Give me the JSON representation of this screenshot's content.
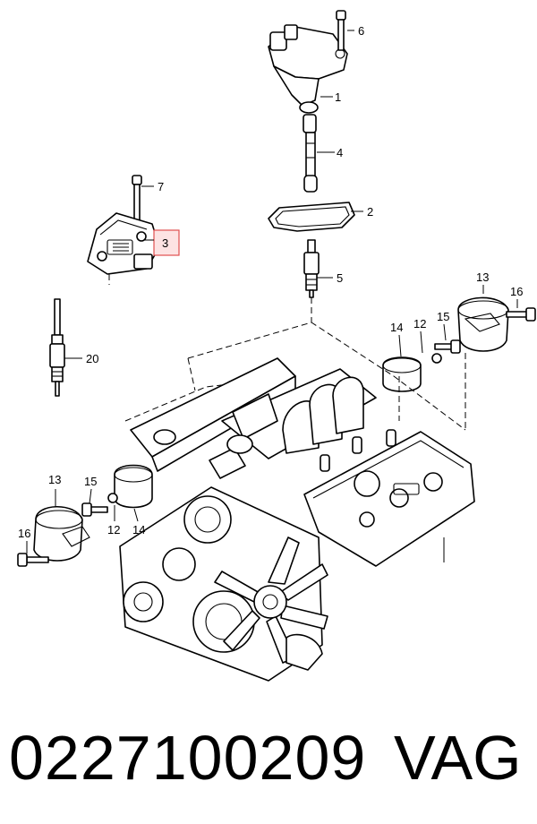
{
  "diagram": {
    "callouts": {
      "c2": "2",
      "c3": "3",
      "c4": "4",
      "c5": "5",
      "c6": "6",
      "c7": "7",
      "c12a": "12",
      "c12b": "12",
      "c13a": "13",
      "c13b": "13",
      "c14a": "14",
      "c14b": "14",
      "c15a": "15",
      "c15b": "15",
      "c16a": "16",
      "c16b": "16",
      "c20": "20",
      "c1": "1"
    },
    "highlight_color": "#e05050"
  },
  "footer": {
    "part_number": "0227100209",
    "brand": "VAG"
  }
}
